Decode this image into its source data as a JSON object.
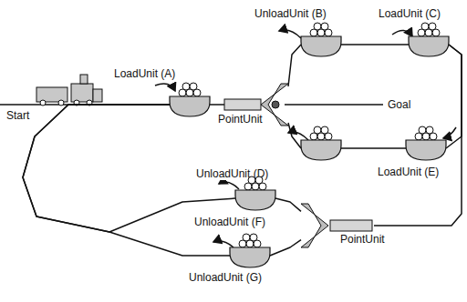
{
  "diagram": {
    "nodes": [
      {
        "text": [
          "UnloadUnit (B)"
        ]
      },
      {
        "text": [
          "LoadUnit (C)"
        ]
      },
      {
        "text": [
          "LoadUnit (A)"
        ]
      },
      {
        "text": [
          "PointUnit"
        ]
      },
      {
        "text": [
          "UnloadUnit (D)"
        ]
      },
      {
        "text": [
          "LoadUnit (E)"
        ]
      },
      {
        "text": [
          "UnloadUnit (F)"
        ]
      },
      {
        "text": [
          "UnloadUnit (G)"
        ]
      },
      {
        "text": [
          "PointUnit"
        ]
      }
    ],
    "edges": [
      {
        "from": 2,
        "to": 3,
        "arrow": "none"
      },
      {
        "from": 3,
        "to": 0,
        "arrow": "none"
      },
      {
        "from": 0,
        "to": 1,
        "arrow": "none"
      },
      {
        "from": 1,
        "to": 5,
        "arrow": "none"
      },
      {
        "from": 5,
        "to": 4,
        "arrow": "none"
      },
      {
        "from": 4,
        "to": 3,
        "arrow": "none"
      },
      {
        "from": 2,
        "to": 6,
        "arrow": "none"
      },
      {
        "from": 2,
        "to": 7,
        "arrow": "none"
      },
      {
        "from": 6,
        "to": 8,
        "arrow": "none"
      },
      {
        "from": 7,
        "to": 8,
        "arrow": "none"
      },
      {
        "from": 8,
        "to": 1,
        "arrow": "none"
      }
    ],
    "labels": [
      "Start",
      "Goal"
    ]
  }
}
